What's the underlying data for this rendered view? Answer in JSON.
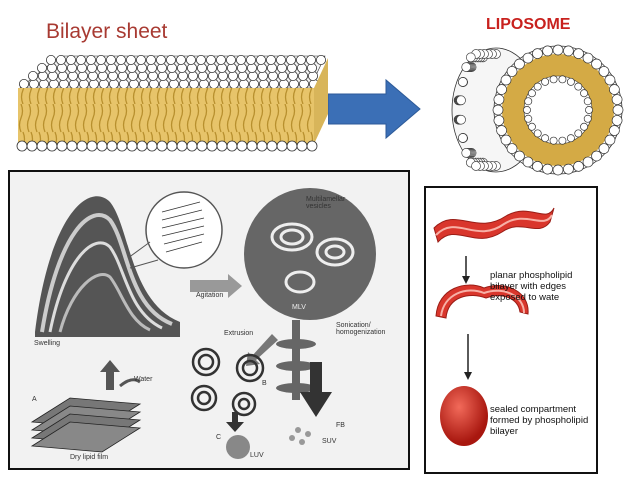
{
  "top": {
    "left_title": "Bilayer sheet",
    "right_title": "LIPOSOME"
  },
  "left_panel": {
    "labels": {
      "multilamellar": "Multilamellar vesicles",
      "agitation": "Agitation",
      "mlv": "MLV",
      "extrusion": "Extrusion",
      "sonication": "Sonication/ homogenization",
      "swelling": "Swelling",
      "water": "Water",
      "a": "A",
      "b": "B",
      "c": "C",
      "luv": "LUV",
      "fb": "FB",
      "suv": "SUV",
      "dry_film": "Dry lipid film"
    }
  },
  "right_panel": {
    "label1": "planar phospholipid bilayer with edges exposed to wate",
    "label2": "sealed compartment formed by phospholipid bilayer"
  },
  "colors": {
    "title_red": "#c8211e",
    "arrow_blue": "#3b6fb6",
    "lipid_tail": "#c9a13a",
    "red_sheet": "#d9362c"
  }
}
